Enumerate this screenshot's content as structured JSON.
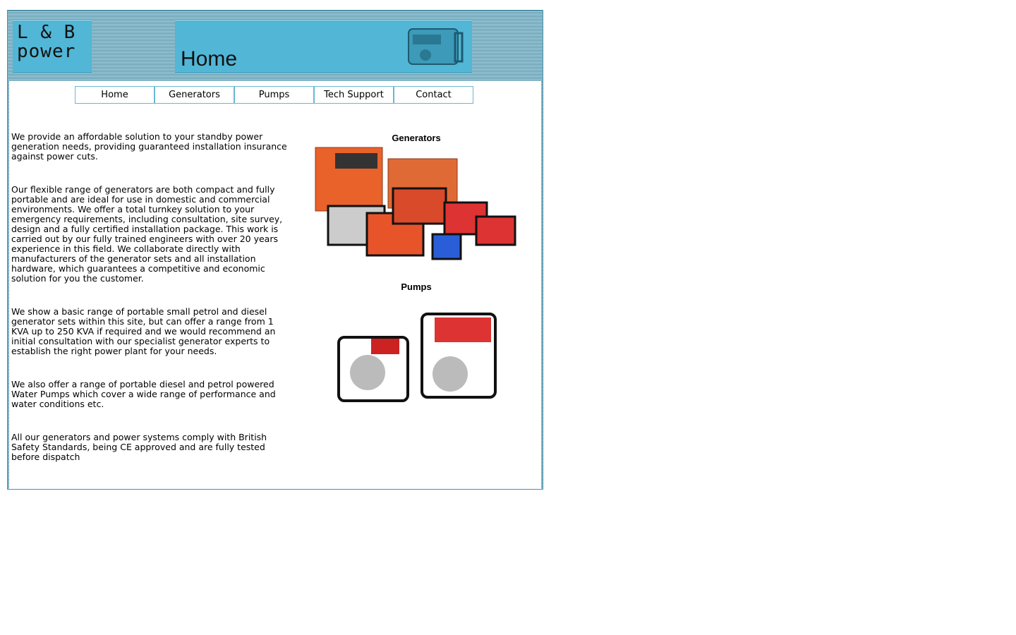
{
  "header": {
    "logo_text_line1": "L & B",
    "logo_text_line2": "power",
    "title": "Home"
  },
  "nav": [
    {
      "label": "Home"
    },
    {
      "label": "Generators"
    },
    {
      "label": "Pumps"
    },
    {
      "label": "Tech Support"
    },
    {
      "label": "Contact"
    }
  ],
  "content": {
    "paragraphs": [
      "We provide an affordable solution to your standby power generation needs, providing guaranteed installation insurance against power cuts.",
      "Our flexible range of generators are both compact and fully portable and are ideal for use in domestic and commercial environments. We offer a total turnkey solution to your emergency requirements, including consultation, site survey, design and a fully certified installation package. This work is carried out by our fully trained engineers with over 20 years experience in this field. We collaborate directly with manufacturers of the generator sets and all installation hardware, which guarantees a competitive and economic solution for you the customer.",
      "We show a basic range of portable small petrol and diesel generator sets within this site, but can offer a range from 1 KVA up to 250 KVA if required and we would recommend an initial consultation with our specialist generator experts to establish the right power plant for your needs.",
      "We also offer a range of portable diesel and petrol powered Water Pumps which cover a wide range of performance and water conditions etc.",
      "All our generators and power systems comply with British Safety Standards, being CE approved and are fully tested before dispatch"
    ]
  },
  "gallery": {
    "generators_caption": "Generators",
    "pumps_caption": "Pumps"
  },
  "colors": {
    "header_blue": "#52b6d6",
    "generator_orange": "#e8622a",
    "border": "#4a8fa8"
  }
}
